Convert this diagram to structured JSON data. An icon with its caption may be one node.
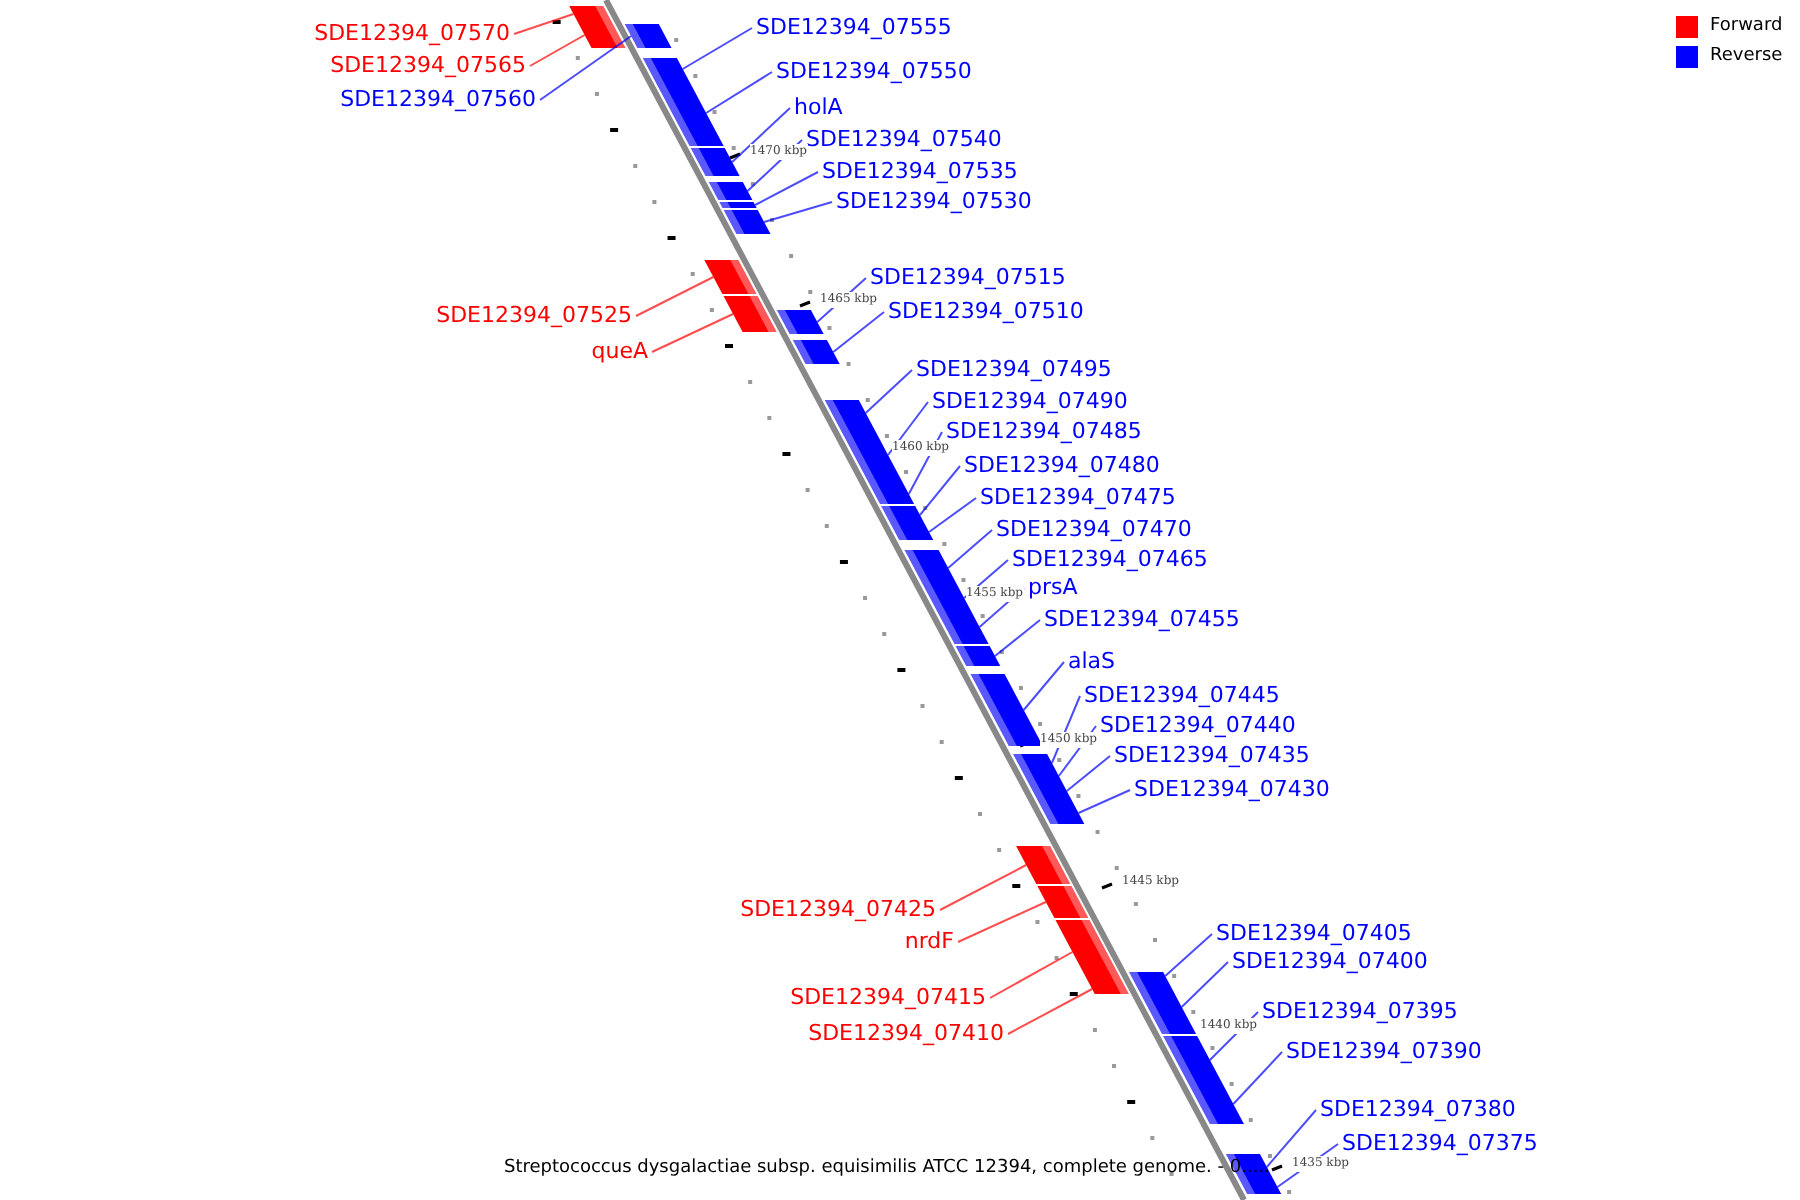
{
  "diagram": {
    "caption": "Streptococcus dysgalactiae subsp. equisimilis ATCC 12394, complete genome. - 0.....",
    "nodes": [
      {
        "text": [
          "SDE12394_07555"
        ]
      },
      {
        "text": [
          "SDE12394_07570"
        ]
      },
      {
        "text": [
          "SDE12394_07565"
        ]
      },
      {
        "text": [
          "SDE12394_07550"
        ]
      },
      {
        "text": [
          "SDE12394_07560"
        ]
      },
      {
        "text": [
          "holA"
        ]
      },
      {
        "text": [
          "SDE12394_07540"
        ]
      },
      {
        "text": [
          "SDE12394_07535"
        ]
      },
      {
        "text": [
          "SDE12394_07530"
        ]
      },
      {
        "text": [
          "SDE12394_07515"
        ]
      },
      {
        "text": [
          "SDE12394_07510"
        ]
      },
      {
        "text": [
          "SDE12394_07525"
        ]
      },
      {
        "text": [
          "queA"
        ]
      },
      {
        "text": [
          "SDE12394_07495"
        ]
      },
      {
        "text": [
          "SDE12394_07490"
        ]
      },
      {
        "text": [
          "SDE12394_07485"
        ]
      },
      {
        "text": [
          "SDE12394_07480"
        ]
      },
      {
        "text": [
          "SDE12394_07475"
        ]
      },
      {
        "text": [
          "SDE12394_07470"
        ]
      },
      {
        "text": [
          "SDE12394_07465"
        ]
      },
      {
        "text": [
          "prsA"
        ]
      },
      {
        "text": [
          "SDE12394_07455"
        ]
      },
      {
        "text": [
          "alaS"
        ]
      },
      {
        "text": [
          "SDE12394_07445"
        ]
      },
      {
        "text": [
          "SDE12394_07440"
        ]
      },
      {
        "text": [
          "SDE12394_07435"
        ]
      },
      {
        "text": [
          "SDE12394_07430"
        ]
      },
      {
        "text": [
          "SDE12394_07425"
        ]
      },
      {
        "text": [
          "SDE12394_07405"
        ]
      },
      {
        "text": [
          "nrdF"
        ]
      },
      {
        "text": [
          "SDE12394_07400"
        ]
      },
      {
        "text": [
          "SDE12394_07415"
        ]
      },
      {
        "text": [
          "SDE12394_07395"
        ]
      },
      {
        "text": [
          "SDE12394_07410"
        ]
      },
      {
        "text": [
          "SDE12394_07390"
        ]
      },
      {
        "text": [
          "SDE12394_07380"
        ]
      },
      {
        "text": [
          "SDE12394_07375"
        ]
      },
      {
        "text": [],
        "shape": "bar"
      },
      {
        "text": [],
        "shape": "bar"
      },
      {
        "text": [],
        "shape": "bar"
      },
      {
        "text": [],
        "shape": "bar"
      },
      {
        "text": [],
        "shape": "bar"
      },
      {
        "text": [],
        "shape": "bar"
      },
      {
        "text": [],
        "shape": "bar"
      },
      {
        "text": [],
        "shape": "bar"
      },
      {
        "text": [],
        "shape": "bar"
      },
      {
        "text": [],
        "shape": "bar"
      },
      {
        "text": [],
        "shape": "bar"
      },
      {
        "text": [],
        "shape": "bar"
      },
      {
        "text": [],
        "shape": "bar"
      },
      {
        "text": [],
        "shape": "bar"
      },
      {
        "text": [],
        "shape": "bar"
      },
      {
        "text": [],
        "shape": "bar"
      },
      {
        "text": [],
        "shape": "bar"
      },
      {
        "text": [],
        "shape": "bar"
      },
      {
        "text": [],
        "shape": "bar"
      },
      {
        "text": [],
        "shape": "bar"
      },
      {
        "text": [],
        "shape": "bar"
      },
      {
        "text": [],
        "shape": "bar"
      },
      {
        "text": [],
        "shape": "bar"
      },
      {
        "text": [],
        "shape": "bar"
      },
      {
        "text": [],
        "shape": "bar"
      },
      {
        "text": [],
        "shape": "bar"
      },
      {
        "text": [],
        "shape": "bar"
      },
      {
        "text": [],
        "shape": "bar"
      },
      {
        "text": [],
        "shape": "bar"
      },
      {
        "text": [],
        "shape": "bar"
      },
      {
        "text": [],
        "shape": "bar"
      },
      {
        "text": [],
        "shape": "bar"
      },
      {
        "text": [],
        "shape": "bar"
      },
      {
        "text": [],
        "shape": "bar"
      },
      {
        "text": [],
        "shape": "bar"
      },
      {
        "text": [],
        "shape": "bar"
      },
      {
        "text": [],
        "shape": "bar"
      }
    ],
    "edges": [
      {
        "from": 0,
        "to": 37,
        "arrow": "none"
      },
      {
        "from": 1,
        "to": 38,
        "arrow": "none",
        "color": "#ff0000"
      },
      {
        "from": 2,
        "to": 39,
        "arrow": "none",
        "color": "#ff0000"
      },
      {
        "from": 3,
        "to": 40,
        "arrow": "none"
      },
      {
        "from": 4,
        "to": 41,
        "arrow": "none"
      },
      {
        "from": 5,
        "to": 42,
        "arrow": "none"
      },
      {
        "from": 6,
        "to": 43,
        "arrow": "none"
      },
      {
        "from": 7,
        "to": 44,
        "arrow": "none"
      },
      {
        "from": 8,
        "to": 45,
        "arrow": "none"
      },
      {
        "from": 9,
        "to": 46,
        "arrow": "none"
      },
      {
        "from": 10,
        "to": 47,
        "arrow": "none"
      },
      {
        "from": 11,
        "to": 48,
        "arrow": "none",
        "color": "#ff0000"
      },
      {
        "from": 12,
        "to": 49,
        "arrow": "none",
        "color": "#ff0000"
      },
      {
        "from": 13,
        "to": 50,
        "arrow": "none"
      },
      {
        "from": 14,
        "to": 51,
        "arrow": "none"
      },
      {
        "from": 15,
        "to": 52,
        "arrow": "none"
      },
      {
        "from": 16,
        "to": 53,
        "arrow": "none"
      },
      {
        "from": 17,
        "to": 54,
        "arrow": "none"
      },
      {
        "from": 18,
        "to": 55,
        "arrow": "none"
      },
      {
        "from": 19,
        "to": 56,
        "arrow": "none"
      },
      {
        "from": 20,
        "to": 57,
        "arrow": "none"
      },
      {
        "from": 21,
        "to": 58,
        "arrow": "none"
      },
      {
        "from": 22,
        "to": 59,
        "arrow": "none"
      },
      {
        "from": 23,
        "to": 60,
        "arrow": "none"
      },
      {
        "from": 24,
        "to": 61,
        "arrow": "none"
      },
      {
        "from": 25,
        "to": 62,
        "arrow": "none"
      },
      {
        "from": 26,
        "to": 63,
        "arrow": "none"
      },
      {
        "from": 27,
        "to": 64,
        "arrow": "none",
        "color": "#ff0000"
      },
      {
        "from": 28,
        "to": 65,
        "arrow": "none"
      },
      {
        "from": 29,
        "to": 66,
        "arrow": "none",
        "color": "#ff0000"
      },
      {
        "from": 30,
        "to": 67,
        "arrow": "none"
      },
      {
        "from": 31,
        "to": 68,
        "arrow": "none",
        "color": "#ff0000"
      },
      {
        "from": 32,
        "to": 69,
        "arrow": "none"
      },
      {
        "from": 33,
        "to": 70,
        "arrow": "none",
        "color": "#ff0000"
      },
      {
        "from": 34,
        "to": 71,
        "arrow": "none"
      },
      {
        "from": 35,
        "to": 72,
        "arrow": "none"
      },
      {
        "from": 36,
        "to": 73,
        "arrow": "none"
      }
    ],
    "labels": [
      "1470 kbp",
      "1465 kbp",
      "1460 kbp",
      "1455 kbp",
      "1450 kbp",
      "1445 kbp",
      "1440 kbp",
      "1435 kbp"
    ],
    "legend": [
      {
        "text": "Forward",
        "color": "#ff0000"
      },
      {
        "text": "Reverse",
        "color": "#0000ff"
      }
    ]
  }
}
